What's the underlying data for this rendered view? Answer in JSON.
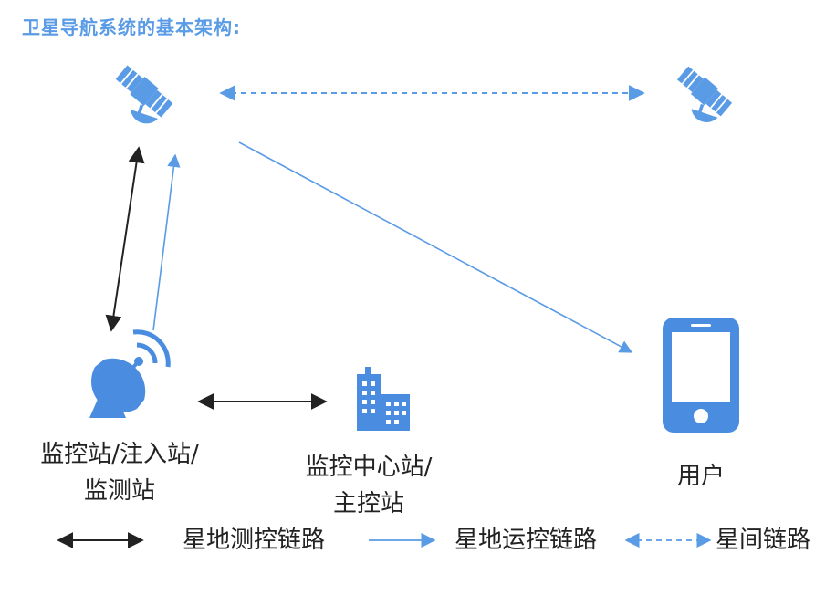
{
  "title": "卫星导航系统的基本架构:",
  "nodes": {
    "satellite_left": {
      "icon": "satellite-icon"
    },
    "satellite_right": {
      "icon": "satellite-icon"
    },
    "monitor_station": {
      "icon": "satellite-dish-icon",
      "label_line1": "监控站/注入站/",
      "label_line2": "监测站"
    },
    "master_station": {
      "icon": "building-icon",
      "label_line1": "监控中心站/",
      "label_line2": "主控站"
    },
    "user": {
      "icon": "smartphone-icon",
      "label": "用户"
    }
  },
  "legend": {
    "measure_control": "星地测控链路",
    "operation_control": "星地运控链路",
    "inter_satellite": "星间链路"
  },
  "colors": {
    "blue": "#5a9be6",
    "icon_blue": "#4a8de0",
    "black": "#222222"
  }
}
